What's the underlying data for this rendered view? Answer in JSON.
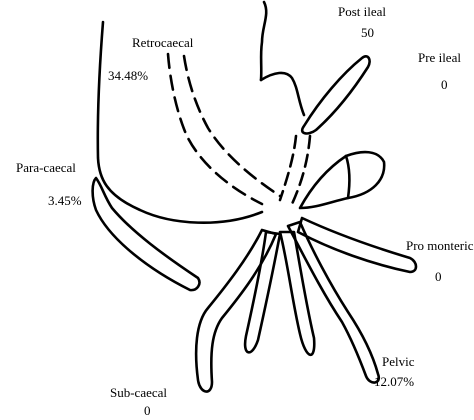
{
  "positions": [
    {
      "id": "retrocaecal",
      "name": "Retrocaecal",
      "value": "34.48%"
    },
    {
      "id": "post-ileal",
      "name": "Post ileal",
      "value": "50"
    },
    {
      "id": "pre-ileal",
      "name": "Pre ileal",
      "value": "0"
    },
    {
      "id": "para-caecal",
      "name": "Para-caecal",
      "value": "3.45%"
    },
    {
      "id": "promonteric",
      "name": "Pro monteric",
      "value": "0"
    },
    {
      "id": "pelvic",
      "name": "Pelvic",
      "value": "12.07%"
    },
    {
      "id": "sub-caecal",
      "name": "Sub-caecal",
      "value": "0"
    }
  ]
}
